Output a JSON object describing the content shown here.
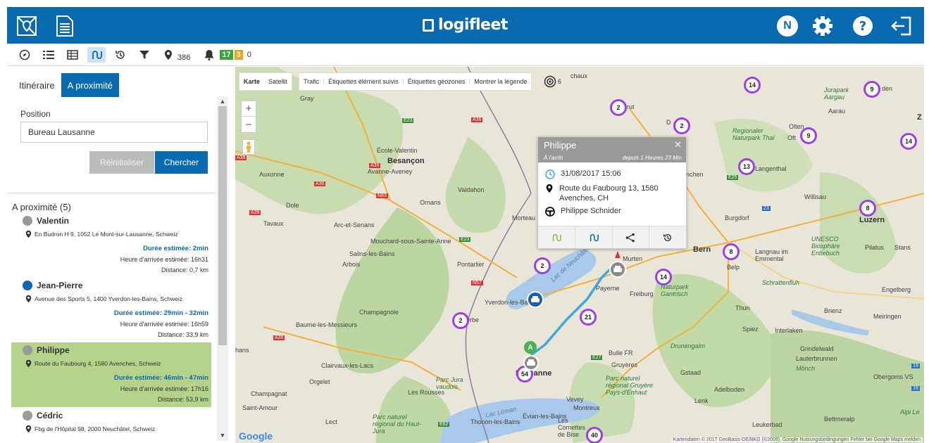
{
  "header": {
    "brand": "logifleet",
    "user_initial": "N"
  },
  "toolbar": {
    "locations_count": "386",
    "alerts_green": "17",
    "alerts_orange": "3",
    "alerts_zero": "0"
  },
  "panel": {
    "tabs": [
      {
        "label": "Itinéraire",
        "active": false
      },
      {
        "label": "A proximité",
        "active": true
      }
    ],
    "position_label": "Position",
    "position_value": "Bureau Lausanne",
    "reset_label": "Réinitialiser",
    "search_label": "Chercher",
    "list_title": "A proximité (5)",
    "vehicles": [
      {
        "name": "Valentin",
        "color": "grey",
        "address": "En Budron H 9, 1052 Le Mont-sur-Lausanne, Schweiz",
        "duration": "Durée estimée:  2min",
        "arrival": "Heure d'arrivée estimée:  16h31",
        "distance": "Distance:  0,7 km",
        "highlight": false
      },
      {
        "name": "Jean-Pierre",
        "color": "blue",
        "address": "Avenue des Sports 5, 1400 Yverdon-les-Bains, Schweiz",
        "duration": "Durée estimée:  29min - 32min",
        "arrival": "Heure d'arrivée estimée:  16h59",
        "distance": "Distance:  33,9 km",
        "highlight": false
      },
      {
        "name": "Philippe",
        "color": "grey",
        "address": "Route du Faubourg 4, 1580 Avenches, Schweiz",
        "duration": "Durée estimée:  46min - 47min",
        "arrival": "Heure d'arrivée estimée:  17h16",
        "distance": "Distance:  53,9 km",
        "highlight": true
      },
      {
        "name": "Cédric",
        "color": "grey",
        "address": "Fbg de l'Hôpital 98, 2000 Neuchâtel, Schweiz",
        "duration": "",
        "arrival": "",
        "distance": "",
        "highlight": false
      }
    ]
  },
  "map": {
    "controls": {
      "karte": "Karte",
      "satellit": "Satellit",
      "trafic": "Trafic",
      "etiquettes_suivis": "Étiquettes élément suivis",
      "etiquettes_geozones": "Étiquettes géozones",
      "legende": "Montrer la légende",
      "geozone_count": "6"
    },
    "popup": {
      "name": "Philippe",
      "status": "À l'arrêt",
      "since": "depuis 1 Heures 23 Min",
      "datetime": "31/08/2017 15:06",
      "address_line1": "Route du Faubourg 13, 1580",
      "address_line2": "Avenches, CH",
      "driver": "Philippe Schnider"
    },
    "clusters": [
      "14",
      "9",
      "2",
      "2",
      "9",
      "14",
      "13",
      "8",
      "8",
      "2",
      "14",
      "2",
      "21",
      "54",
      "40"
    ],
    "places": {
      "besancon": "Besançon",
      "bern": "Bern",
      "lausanne": "Lausanne",
      "freiburg": "Freiburg",
      "luzern": "Luzern",
      "dole": "Dole",
      "auxonne": "Auxonne",
      "tavaux": "Tavaux",
      "arc": "Arc-et-Senans",
      "salins": "Salins-les-Bains",
      "arbois": "Arbois",
      "mouchard": "Mouchard-sous-Sainte-Anne",
      "pontarlier": "Pontarlier",
      "champagnole": "Champagnole",
      "baume": "Baume-les-Messieurs",
      "clairvaux": "Clairvaux-les-Lacs",
      "orgelet": "Orgelet",
      "champagnat": "Champagnat",
      "saint_amour": "Saint-Amour",
      "lect": "Lect",
      "les_rousses": "Les Rousses",
      "thonon": "Thonon-les-Bains",
      "evian": "Évian-les-Bains",
      "montreux": "Montreux",
      "vevey": "Vevey",
      "bulle": "Bulle FR",
      "gruyeres": "Gruyères",
      "murten": "Murten",
      "payerne": "Payerne",
      "yverdon": "Yverdon-les-Bains",
      "orbe": "Orbe",
      "valdahon": "Valdahon",
      "ornans": "Ornans",
      "morteau": "Morteau",
      "ecole": "École-Valentin",
      "avanne": "Avanne-Aveney",
      "gray": "Gray",
      "burgdorf": "Burgdorf",
      "langenthal": "Langenthal",
      "olten": "Olten",
      "aarau": "Aarau",
      "willisau": "Willisau",
      "thun": "Thun",
      "spiez": "Spiez",
      "interlaken": "Interlaken",
      "brienz": "Brienz",
      "meiringen": "Meiringen",
      "engelberg": "Engelberg",
      "stans": "Stans",
      "belp": "Belp",
      "langnau": "Langnau im Emmental",
      "lenk": "Lenk",
      "adelboden": "Adelboden",
      "grindelwald": "Grindelwald",
      "lauterbrunnen": "Lauterbrunnen",
      "gstaad": "Gstaad",
      "leukerbad": "Leukerbad",
      "bettmeralp": "Bettmeralp",
      "oberoms": "Obergoms VS",
      "pilatus": "Pilatus",
      "schrattenfluh": "Schrattenfluh",
      "monch": "Mönch",
      "drunengalm": "Drunengalm",
      "naturpark_gantrisch": "Naturpark Gantrisch",
      "parc_jura": "Parc Jura vaudois",
      "parc_gruyere": "Parc naturel régional Gruyère Pays-d'Enhaut",
      "parc_haut_jura": "Parc naturel régional du Haut-Jura",
      "regionaler": "Regionaler Naturpark Thal",
      "jurapark": "Jurapark Aargau",
      "unesco": "UNESCO Biosphäre Entlebuch",
      "lac_neuchatel": "Lac de Neuchâtel",
      "lac_leman": "Lac Léman",
      "alpi": "Alpi Le",
      "cornettes": "Les Cornettes de Bise",
      "hans": "hans",
      "grenchen": "nchen",
      "gruit": "rut",
      "dg": "D",
      "chaux": "chaux",
      "nden": "den",
      "z": "Z",
      "oft": "Oft"
    },
    "google": "Google",
    "attribution": "Kartendaten © 2017 GeoBasis-DE/BKG (©2009), Google   Nutzungsbedingungen   Fehler bei Google Maps melden",
    "marker_a": "A"
  }
}
